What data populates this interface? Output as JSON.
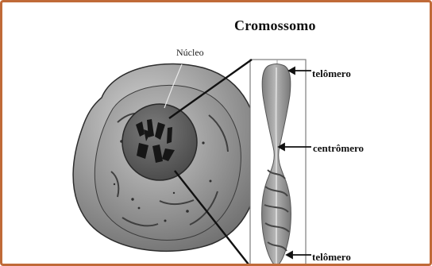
{
  "diagram": {
    "title": "Cromossomo",
    "labels": {
      "nucleus": "Núcleo",
      "telomere_top": "telômero",
      "centromere": "centrômero",
      "telomere_bottom": "telômero"
    },
    "colors": {
      "frame_border": "#c06a38",
      "cell_fill": "#8d8d8d",
      "nucleus_fill": "#565656",
      "chromosome_fill": "#9a9a9a",
      "line_color": "#111111"
    }
  }
}
